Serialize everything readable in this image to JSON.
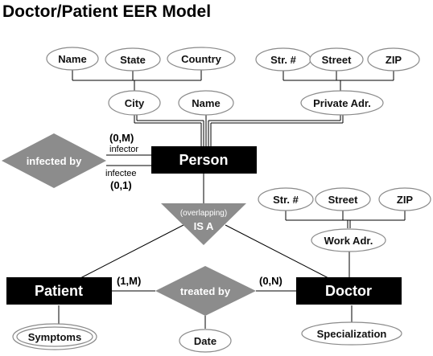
{
  "title": "Doctor/Patient EER Model",
  "entities": {
    "person": "Person",
    "patient": "Patient",
    "doctor": "Doctor"
  },
  "relationships": {
    "infected_by": "infected by",
    "treated_by": "treated by"
  },
  "isa": {
    "constraint": "(overlapping)",
    "label": "IS A"
  },
  "attributes": {
    "name_city": "Name",
    "state": "State",
    "country": "Country",
    "city": "City",
    "name_person": "Name",
    "private_str": "Str. #",
    "private_street": "Street",
    "private_zip": "ZIP",
    "private_adr": "Private Adr.",
    "work_str": "Str. #",
    "work_street": "Street",
    "work_zip": "ZIP",
    "work_adr": "Work Adr.",
    "specialization": "Specialization",
    "date": "Date",
    "symptoms": "Symptoms"
  },
  "cardinalities": {
    "infector": "(0,M)",
    "infectee": "(0,1)",
    "patient_treated": "(1,M)",
    "doctor_treated": "(0,N)"
  },
  "roles": {
    "infector": "infector",
    "infectee": "infectee"
  },
  "colors": {
    "entity_fill": "#000000",
    "relationship_fill": "#8c8c8c",
    "attribute_stroke": "#8a8a8a"
  }
}
